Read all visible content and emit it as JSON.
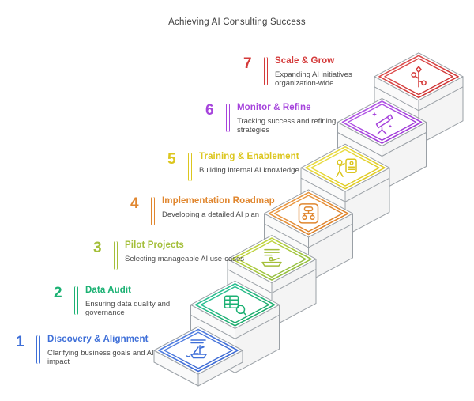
{
  "title": "Achieving AI Consulting Success",
  "colors": {
    "heading_text": "#3e3e3e",
    "description_text": "#4a4a4a",
    "stair_outline": "#9aa0a6"
  },
  "steps": [
    {
      "number": "1",
      "title": "Discovery & Alignment",
      "description": "Clarifying business goals and AI impact",
      "color": "#3e6fd8",
      "gradient": [
        "#5b87e5",
        "#3462cf"
      ],
      "icon": "sailboat-icon"
    },
    {
      "number": "2",
      "title": "Data Audit",
      "description": "Ensuring data quality and governance",
      "color": "#1bb173",
      "gradient": [
        "#2fc7a1",
        "#14a35a"
      ],
      "icon": "database-search-icon"
    },
    {
      "number": "3",
      "title": "Pilot Projects",
      "description": "Selecting manageable AI use-cases",
      "color": "#a4bf3a",
      "gradient": [
        "#d3dd3f",
        "#7fb43a"
      ],
      "icon": "rowboat-icon"
    },
    {
      "number": "4",
      "title": "Implementation Roadmap",
      "description": "Developing a detailed AI plan",
      "color": "#e0862e",
      "gradient": [
        "#eda04c",
        "#d9771d"
      ],
      "icon": "roadmap-icon"
    },
    {
      "number": "5",
      "title": "Training & Enablement",
      "description": "Building internal AI knowledge",
      "color": "#dcc61e",
      "gradient": [
        "#ece14b",
        "#dcc414"
      ],
      "icon": "presentation-training-icon"
    },
    {
      "number": "6",
      "title": "Monitor & Refine",
      "description": "Tracking success and refining strategies",
      "color": "#a644dc",
      "gradient": [
        "#b760e9",
        "#9a2fd3"
      ],
      "icon": "telescope-icon"
    },
    {
      "number": "7",
      "title": "Scale & Grow",
      "description": "Expanding AI initiatives organization-wide",
      "color": "#d43a3a",
      "gradient": [
        "#e25555",
        "#c92c2c"
      ],
      "icon": "growth-plant-icon"
    }
  ]
}
